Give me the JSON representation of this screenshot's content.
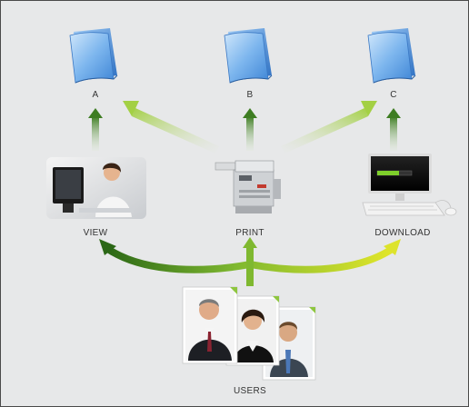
{
  "folders": [
    {
      "label": "A",
      "icon": "folder-icon"
    },
    {
      "label": "B",
      "icon": "folder-icon"
    },
    {
      "label": "C",
      "icon": "folder-icon"
    }
  ],
  "actions": [
    {
      "label": "VIEW",
      "icon": "computer-user-photo"
    },
    {
      "label": "PRINT",
      "icon": "printer-photo"
    },
    {
      "label": "DOWNLOAD",
      "icon": "monitor-download-progress-icon"
    }
  ],
  "users": {
    "label": "USERS",
    "icon": "user-photos"
  },
  "colors": {
    "background": "#e7e8e9",
    "border": "#4a4a4a",
    "arrow_dark_green": "#2f6e1a",
    "arrow_light_green": "#9ccc3a",
    "arrow_yellow": "#dde32c",
    "folder_blue": "#5b9fe2"
  }
}
